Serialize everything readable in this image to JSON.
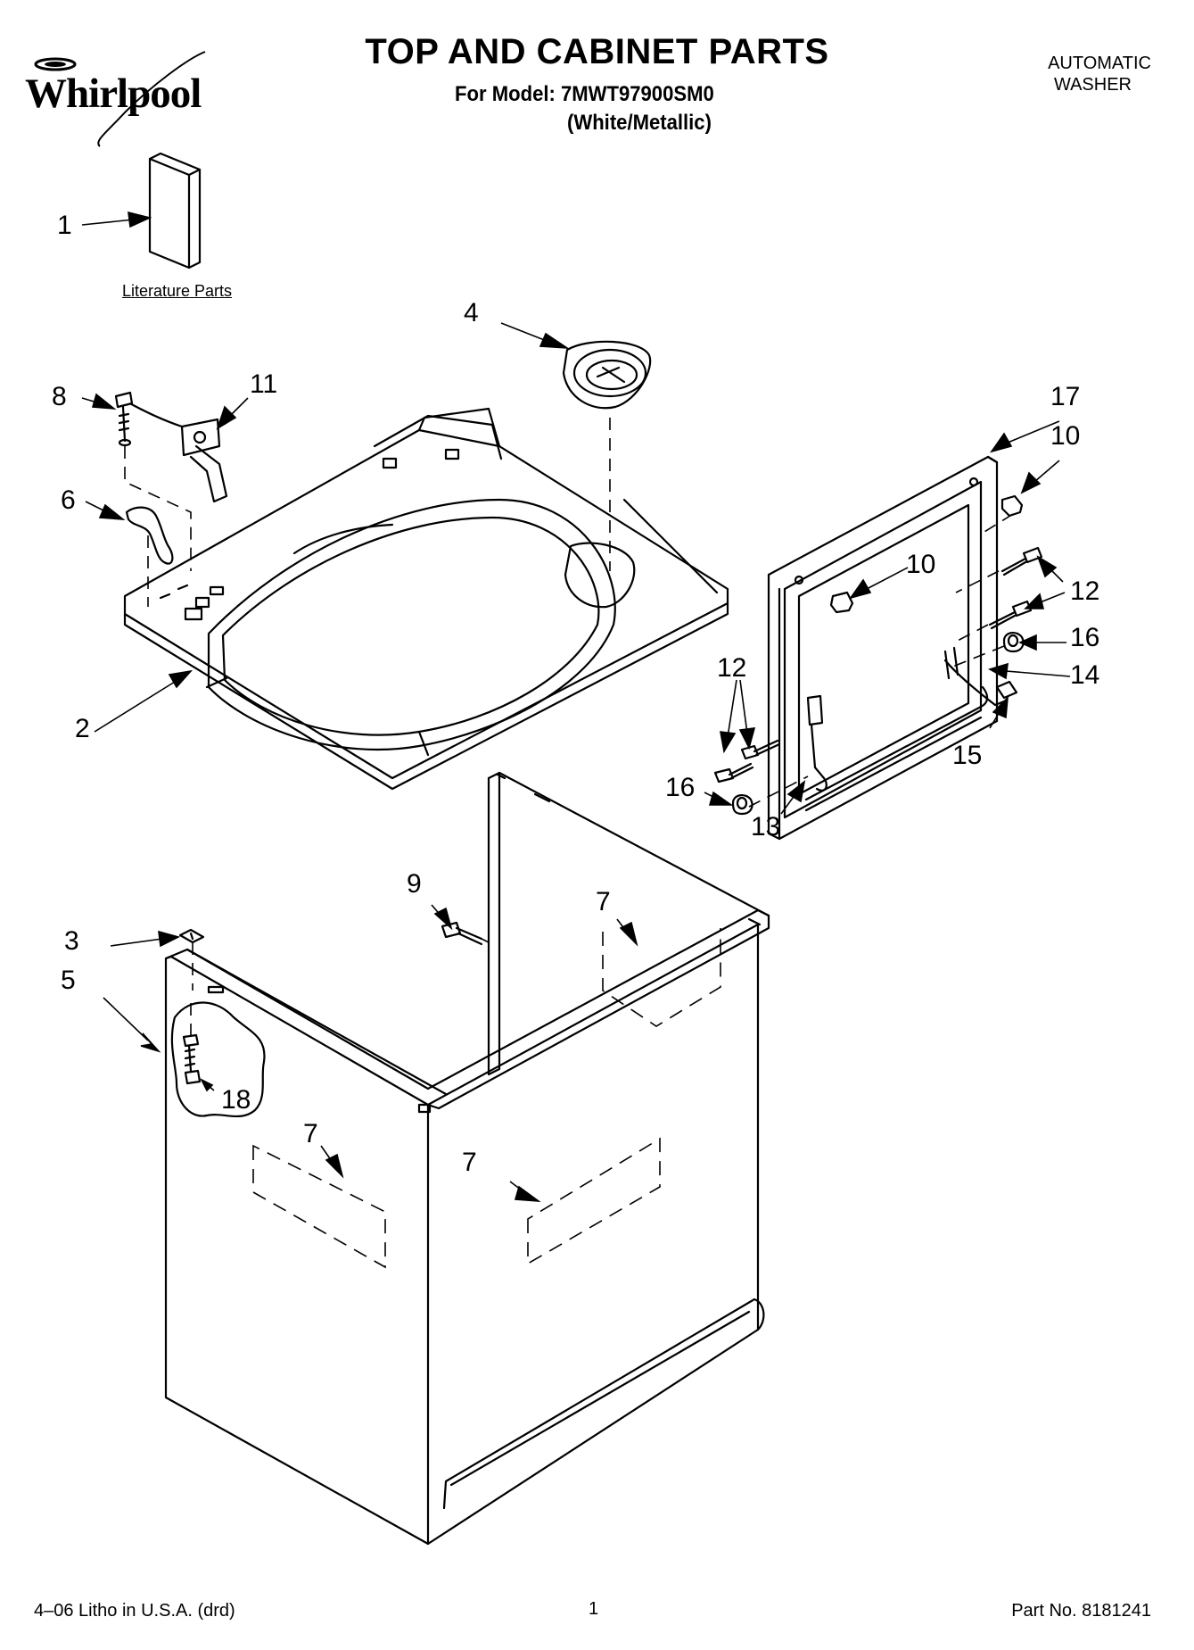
{
  "header": {
    "brand": "Whirlpool",
    "title": "TOP AND CABINET PARTS",
    "model_line": "For Model: 7MWT97900SM0",
    "finish": "(White/Metallic)",
    "product_type_line1": "AUTOMATIC",
    "product_type_line2": "WASHER"
  },
  "literature": {
    "label": "Literature Parts"
  },
  "callouts": [
    {
      "id": "c1",
      "label": "1"
    },
    {
      "id": "c2",
      "label": "2"
    },
    {
      "id": "c3",
      "label": "3"
    },
    {
      "id": "c4",
      "label": "4"
    },
    {
      "id": "c5",
      "label": "5"
    },
    {
      "id": "c6",
      "label": "6"
    },
    {
      "id": "c7a",
      "label": "7"
    },
    {
      "id": "c7b",
      "label": "7"
    },
    {
      "id": "c7c",
      "label": "7"
    },
    {
      "id": "c8",
      "label": "8"
    },
    {
      "id": "c9",
      "label": "9"
    },
    {
      "id": "c10a",
      "label": "10"
    },
    {
      "id": "c10b",
      "label": "10"
    },
    {
      "id": "c11",
      "label": "11"
    },
    {
      "id": "c12a",
      "label": "12"
    },
    {
      "id": "c12b",
      "label": "12"
    },
    {
      "id": "c13",
      "label": "13"
    },
    {
      "id": "c14",
      "label": "14"
    },
    {
      "id": "c15",
      "label": "15"
    },
    {
      "id": "c16a",
      "label": "16"
    },
    {
      "id": "c16b",
      "label": "16"
    },
    {
      "id": "c17",
      "label": "17"
    },
    {
      "id": "c18",
      "label": "18"
    }
  ],
  "footer": {
    "left": "4–06 Litho in U.S.A. (drd)",
    "page_number": "1",
    "part_number": "Part No. 8181241"
  },
  "colors": {
    "ink": "#000000",
    "paper": "#ffffff"
  }
}
